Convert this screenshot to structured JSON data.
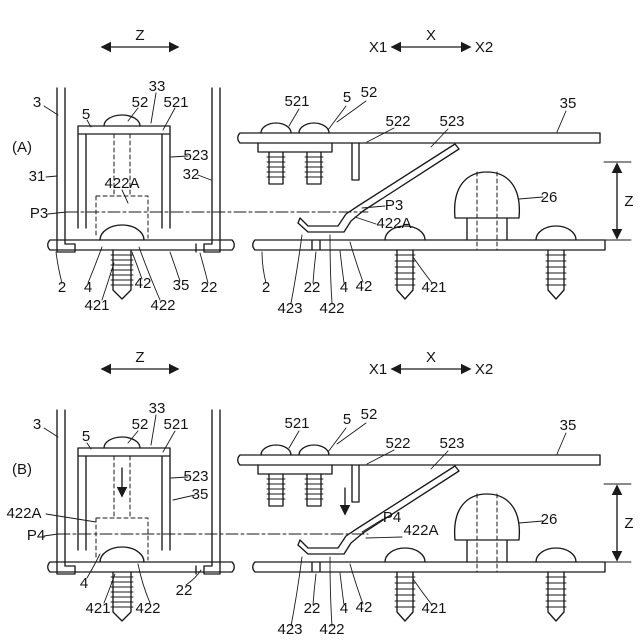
{
  "colors": {
    "ink": "#1a1a1a",
    "background": "#ffffff"
  },
  "panelA": {
    "label": "(A)",
    "axes": {
      "z": "Z",
      "x": "X",
      "x1": "X1",
      "x2": "X2",
      "z_dim": "Z"
    },
    "left": {
      "n3": "3",
      "n5": "5",
      "n52": "52",
      "n33": "33",
      "n521": "521",
      "n523": "523",
      "n31": "31",
      "n32": "32",
      "n422a": "422A",
      "p3": "P3",
      "n2": "2",
      "n4": "4",
      "n42": "42",
      "n421": "421",
      "n422": "422",
      "n35": "35",
      "n22": "22"
    },
    "right": {
      "n521": "521",
      "n5": "5",
      "n52": "52",
      "n522": "522",
      "n523": "523",
      "n35": "35",
      "p3": "P3",
      "n422a": "422A",
      "n26": "26",
      "n2": "2",
      "n423": "423",
      "n22": "22",
      "n422": "422",
      "n4": "4",
      "n42": "42",
      "n421": "421"
    }
  },
  "panelB": {
    "label": "(B)",
    "axes": {
      "z": "Z",
      "x": "X",
      "x1": "X1",
      "x2": "X2",
      "z_dim": "Z"
    },
    "left": {
      "n3": "3",
      "n5": "5",
      "n52": "52",
      "n33": "33",
      "n521": "521",
      "n523": "523",
      "n35": "35",
      "n422a": "422A",
      "p4": "P4",
      "n4": "4",
      "n421": "421",
      "n422": "422",
      "n22": "22"
    },
    "right": {
      "n521": "521",
      "n5": "5",
      "n52": "52",
      "n522": "522",
      "n523": "523",
      "n35": "35",
      "n26": "26",
      "p4": "P4",
      "n422a": "422A",
      "n423": "423",
      "n22": "22",
      "n422": "422",
      "n4": "4",
      "n42": "42",
      "n421": "421"
    }
  }
}
